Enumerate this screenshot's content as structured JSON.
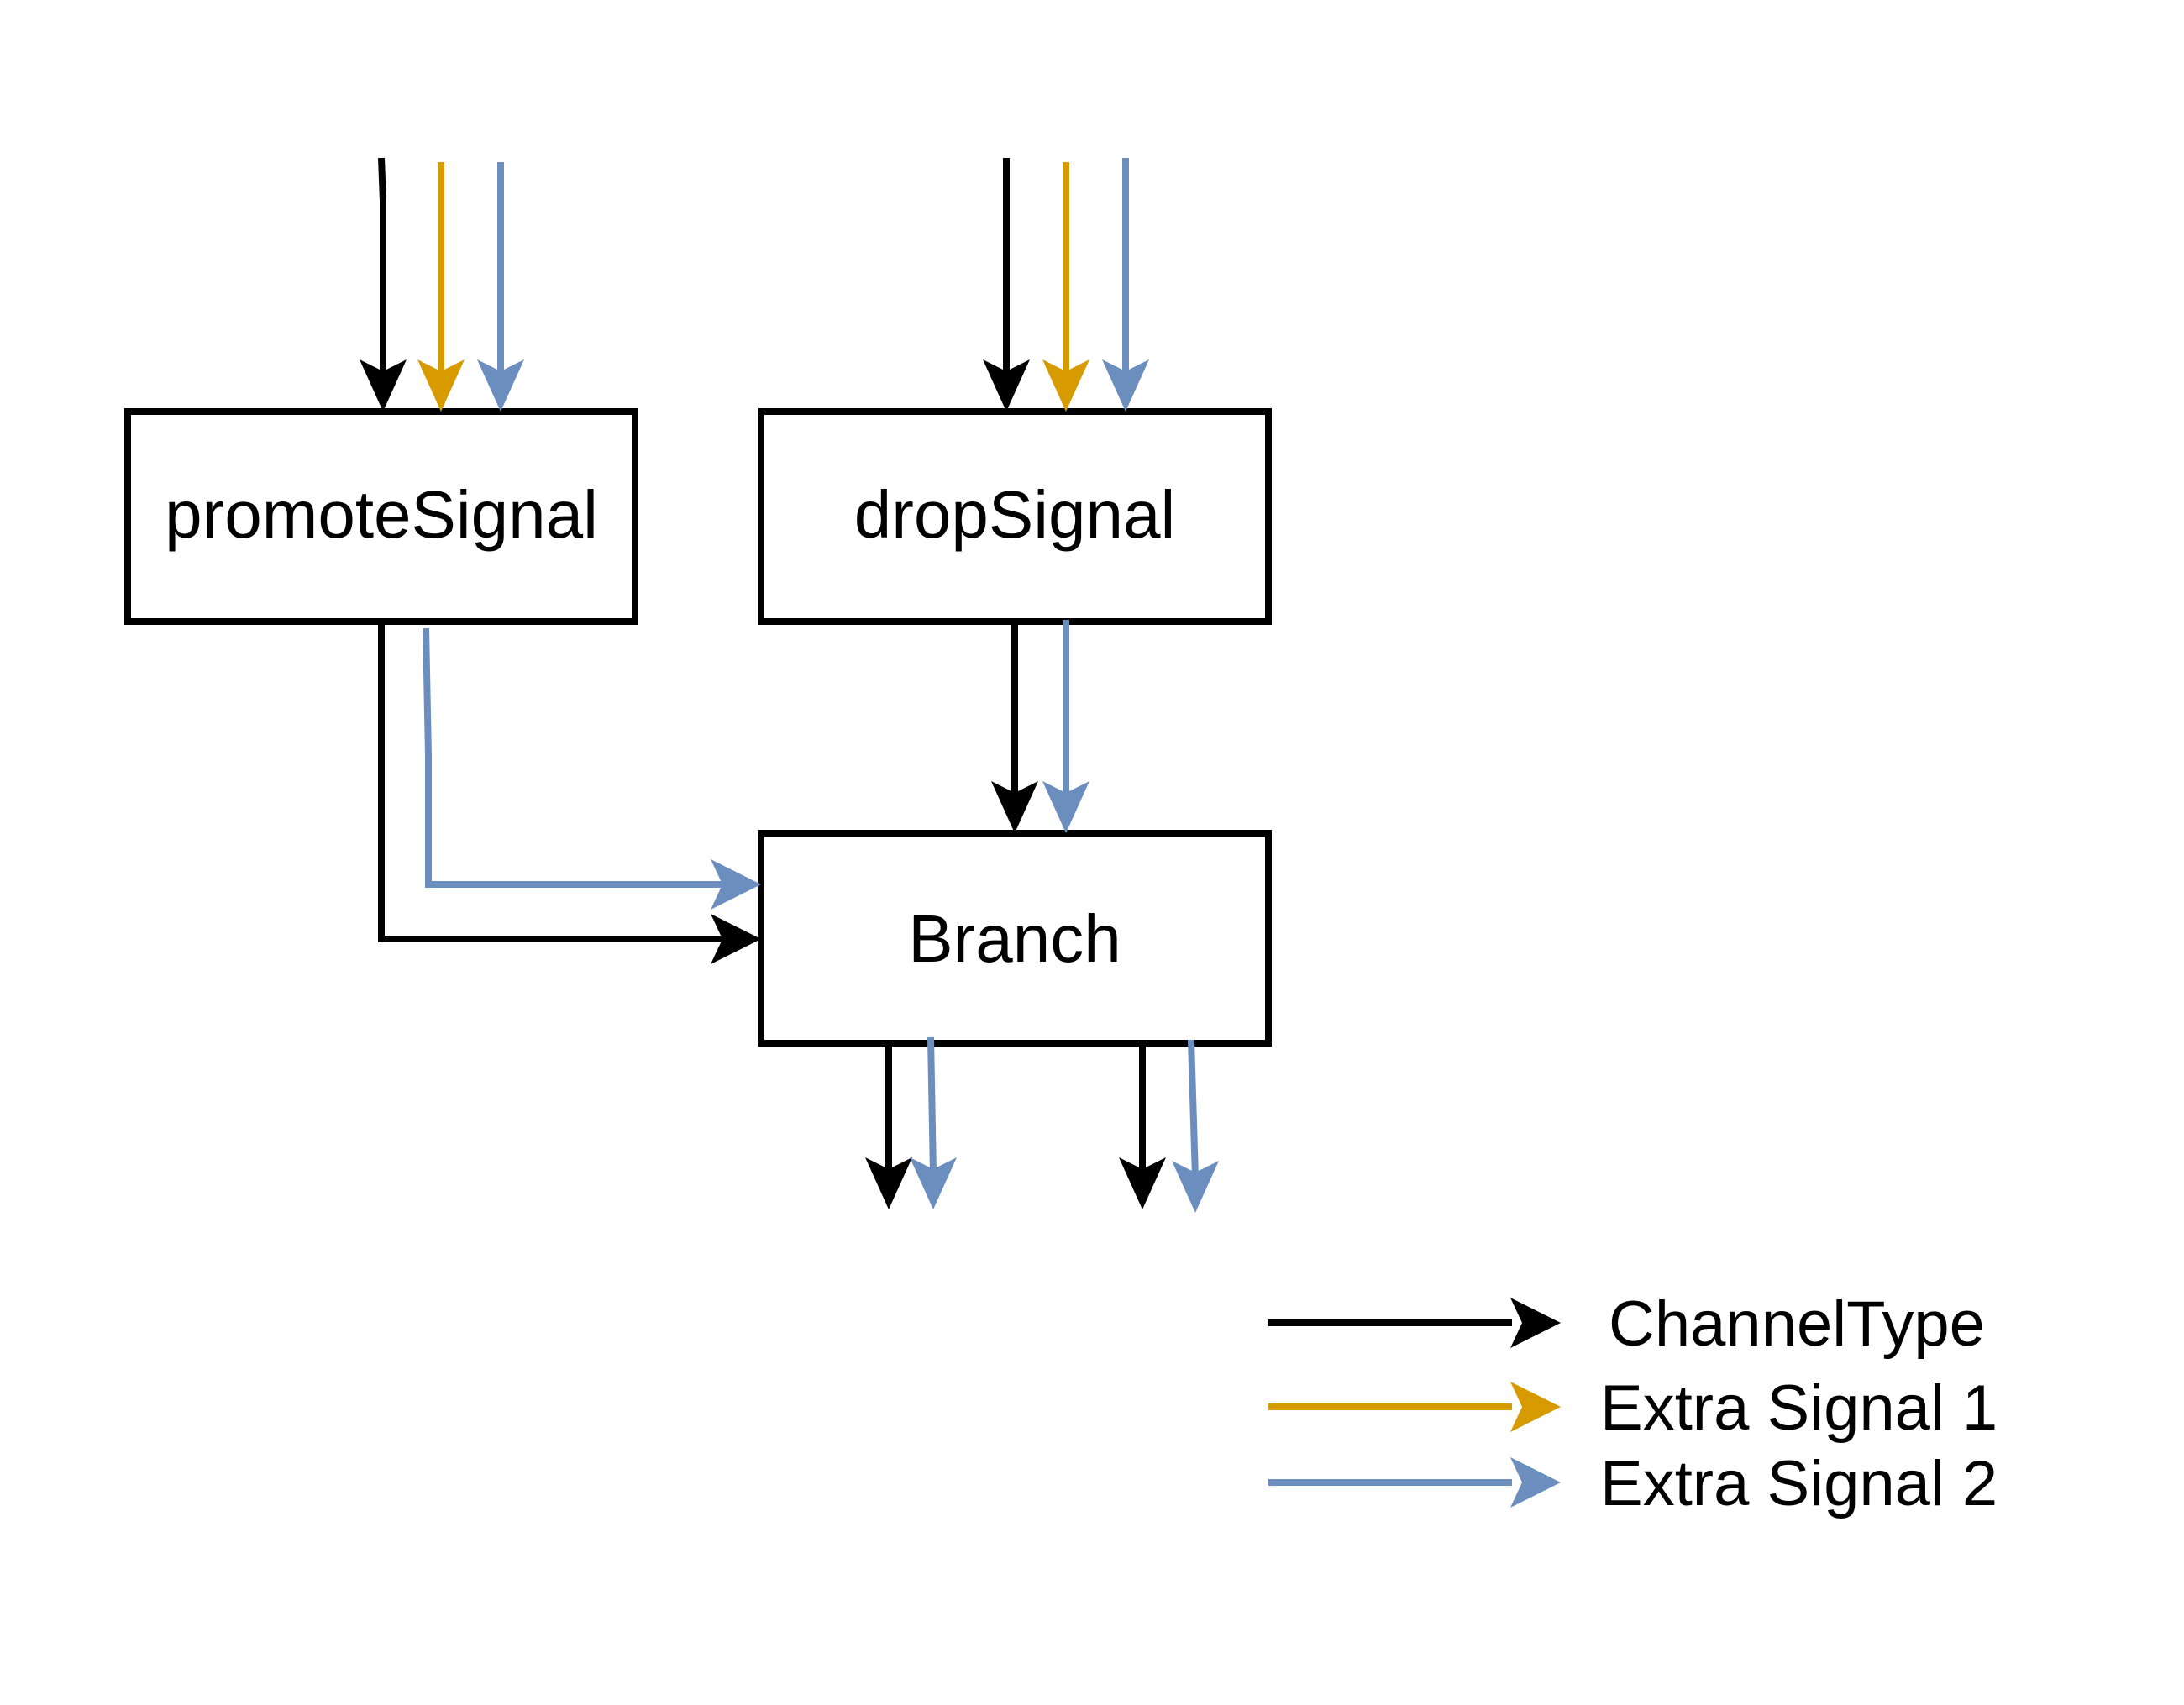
{
  "colors": {
    "channel": "#000000",
    "extra_signal_1": "#d79b00",
    "extra_signal_2": "#6c8ebf",
    "background": "#ffffff",
    "block_border": "#000000"
  },
  "blocks": {
    "promote": {
      "label": "promoteSignal"
    },
    "drop": {
      "label": "dropSignal"
    },
    "branch": {
      "label": "Branch"
    }
  },
  "legend": [
    {
      "label": "ChannelType",
      "color_key": "channel"
    },
    {
      "label": "Extra Signal 1",
      "color_key": "extra_signal_1"
    },
    {
      "label": "Extra Signal 2",
      "color_key": "extra_signal_2"
    }
  ]
}
